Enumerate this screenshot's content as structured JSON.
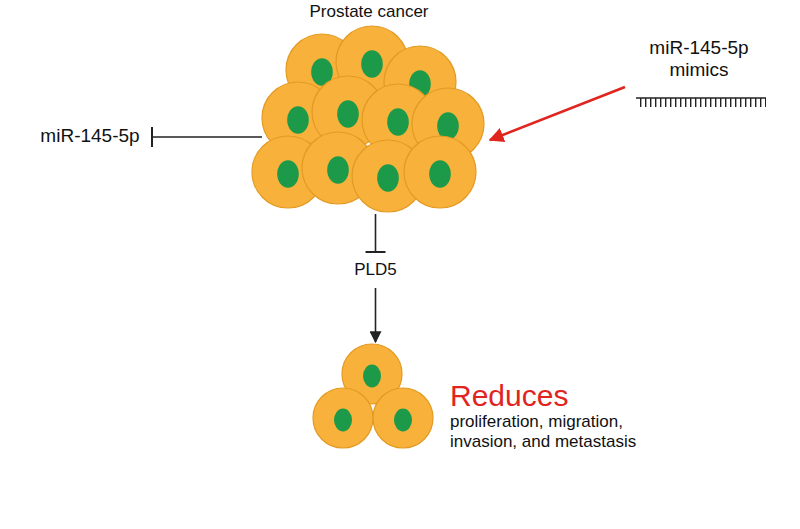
{
  "diagram": {
    "nodes": [
      {
        "text": [
          "Prostate cancer"
        ]
      },
      {
        "text": [
          "miR-145-5p"
        ]
      },
      {
        "text": [
          "miR-145-5p mimics"
        ]
      },
      {
        "text": [
          "PLD5"
        ]
      },
      {
        "text": [
          "Reduces",
          "proliferation, migration, invasion, and metastasis"
        ]
      }
    ],
    "edges": [
      {
        "from": 0,
        "to": 1,
        "arrow": "to"
      },
      {
        "from": 2,
        "to": 0,
        "arrow": "to"
      },
      {
        "from": 0,
        "to": 3,
        "arrow": "to"
      },
      {
        "from": 3,
        "to": 4,
        "arrow": "to"
      }
    ]
  }
}
